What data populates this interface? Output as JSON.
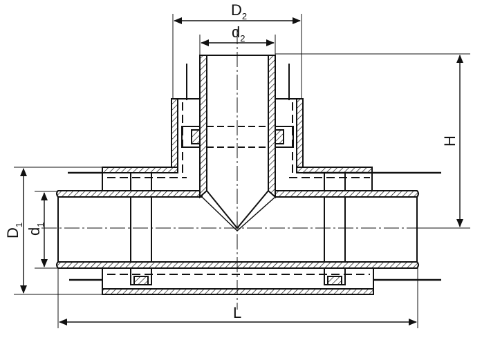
{
  "drawing": {
    "labels": {
      "D2_main": "D",
      "D2_sub": "2",
      "d2_main": "d",
      "d2_sub": "2",
      "H": "H",
      "D1_main": "D",
      "D1_sub": "1",
      "d1_main": "d",
      "d1_sub": "1",
      "L": "L"
    },
    "colors": {
      "stroke": "#111111",
      "background": "#ffffff"
    }
  }
}
